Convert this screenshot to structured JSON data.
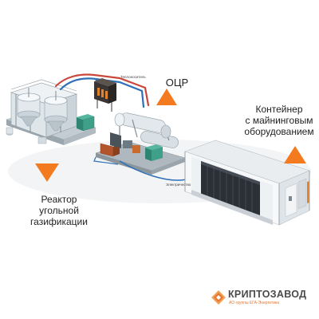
{
  "labels": {
    "reactor": [
      "Реактор",
      "угольной",
      "газификации"
    ],
    "orc": "ОЦР",
    "container": [
      "Контейнер",
      "с майнинговым",
      "оборудованием"
    ],
    "heat_carrier": "Теплоноситель",
    "electricity": "Электричество"
  },
  "logo": {
    "name": "КРИПТОЗАВОД",
    "subtitle": "АО группы ЕГА-Энергетика"
  },
  "colors": {
    "accent_orange": "#f47a20",
    "pipe_red": "#c9473a",
    "pipe_blue": "#2e6fb6",
    "steel": "#cfd7dc",
    "dark_rack": "#2b2f36"
  },
  "icons": [
    "arrow-down-icon",
    "arrow-up-icon",
    "arrow-up-icon",
    "kriptozavod-logo-icon"
  ]
}
